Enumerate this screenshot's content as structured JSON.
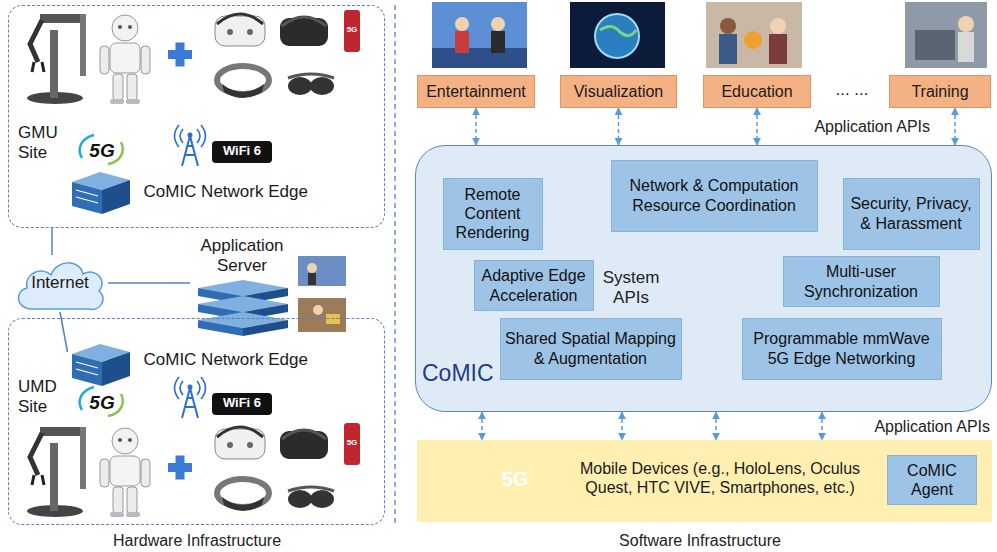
{
  "diagram": {
    "nodes": [
      {
        "text": [
          "GMU Site"
        ]
      },
      {
        "text": [
          "CoMIC Network Edge"
        ],
        "in": 0
      },
      {
        "text": [
          "Internet"
        ]
      },
      {
        "text": [
          "Application Server"
        ]
      },
      {
        "text": [
          "UMD Site"
        ]
      },
      {
        "text": [
          "CoMIC Network Edge"
        ],
        "in": 4
      },
      {
        "text": [
          "Entertainment"
        ]
      },
      {
        "text": [
          "Visualization"
        ]
      },
      {
        "text": [
          "Education"
        ]
      },
      {
        "text": [
          "Training"
        ]
      },
      {
        "text": [
          "CoMIC"
        ]
      },
      {
        "text": [
          "Remote Content Rendering"
        ],
        "in": 10
      },
      {
        "text": [
          "Network & Computation Resource Coordination"
        ],
        "in": 10
      },
      {
        "text": [
          "Security, Privacy, & Harassment"
        ],
        "in": 10
      },
      {
        "text": [
          "Adaptive Edge Acceleration"
        ],
        "in": 10
      },
      {
        "text": [
          "Multi-user Synchronization"
        ],
        "in": 10
      },
      {
        "text": [
          "Shared Spatial Mapping & Augmentation"
        ],
        "in": 10
      },
      {
        "text": [
          "Programmable mmWave 5G Edge Networking"
        ],
        "in": 10
      },
      {
        "text": [
          "Mobile Devices (e.g., HoloLens, Oculus Quest, HTC VIVE, Smartphones, etc.)"
        ]
      },
      {
        "text": [
          "CoMIC Agent"
        ],
        "in": 18
      }
    ],
    "edges": [
      {
        "from": 0,
        "to": 2,
        "arrow": "none"
      },
      {
        "from": 2,
        "to": 3,
        "arrow": "none"
      },
      {
        "from": 2,
        "to": 5,
        "arrow": "none"
      },
      {
        "from": 6,
        "to": 10,
        "arrow": "both"
      },
      {
        "from": 7,
        "to": 10,
        "arrow": "both"
      },
      {
        "from": 8,
        "to": 10,
        "arrow": "both"
      },
      {
        "from": 9,
        "to": 10,
        "arrow": "both"
      },
      {
        "from": 12,
        "to": 11,
        "arrow": "both"
      },
      {
        "from": 12,
        "to": 13,
        "arrow": "both"
      },
      {
        "from": 12,
        "to": 14,
        "arrow": "both"
      },
      {
        "from": 12,
        "to": 15,
        "arrow": "both"
      },
      {
        "from": 12,
        "to": 16,
        "arrow": "both"
      },
      {
        "from": 12,
        "to": 17,
        "arrow": "both"
      },
      {
        "from": 10,
        "to": 18,
        "arrow": "both"
      },
      {
        "from": 10,
        "to": 18,
        "arrow": "both"
      },
      {
        "from": 10,
        "to": 18,
        "arrow": "both"
      },
      {
        "from": 10,
        "to": 18,
        "arrow": "both"
      }
    ],
    "labels": [
      "Hardware Infrastructure",
      "Software Infrastructure",
      "5G",
      "WiFi 6",
      "5G",
      "WiFi 6",
      "5G",
      "5G",
      "... ...",
      "Application APIs",
      "System APIs",
      "Application APIs",
      "5G"
    ]
  }
}
